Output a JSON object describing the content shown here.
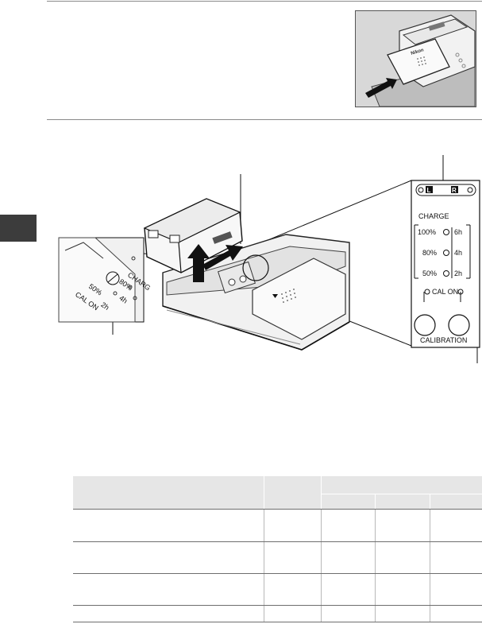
{
  "diagram": {
    "charger_panel": {
      "left_indicator": "L",
      "right_indicator": "R",
      "charge_heading": "CHARGE",
      "charge_levels": [
        "100%",
        "80%",
        "50%"
      ],
      "charge_times": [
        "6h",
        "4h",
        "2h"
      ],
      "cal_on_label": "CAL ON",
      "calibration_label": "CALIBRATION"
    },
    "inset": {
      "labels": [
        "CHARG",
        "80%",
        "50%",
        "4h",
        "2h",
        "CAL ON"
      ]
    },
    "photo_brand": "Nikon"
  },
  "colors": {
    "side_tab": "#3c3c3c",
    "table_header": "#e6e6e6"
  }
}
